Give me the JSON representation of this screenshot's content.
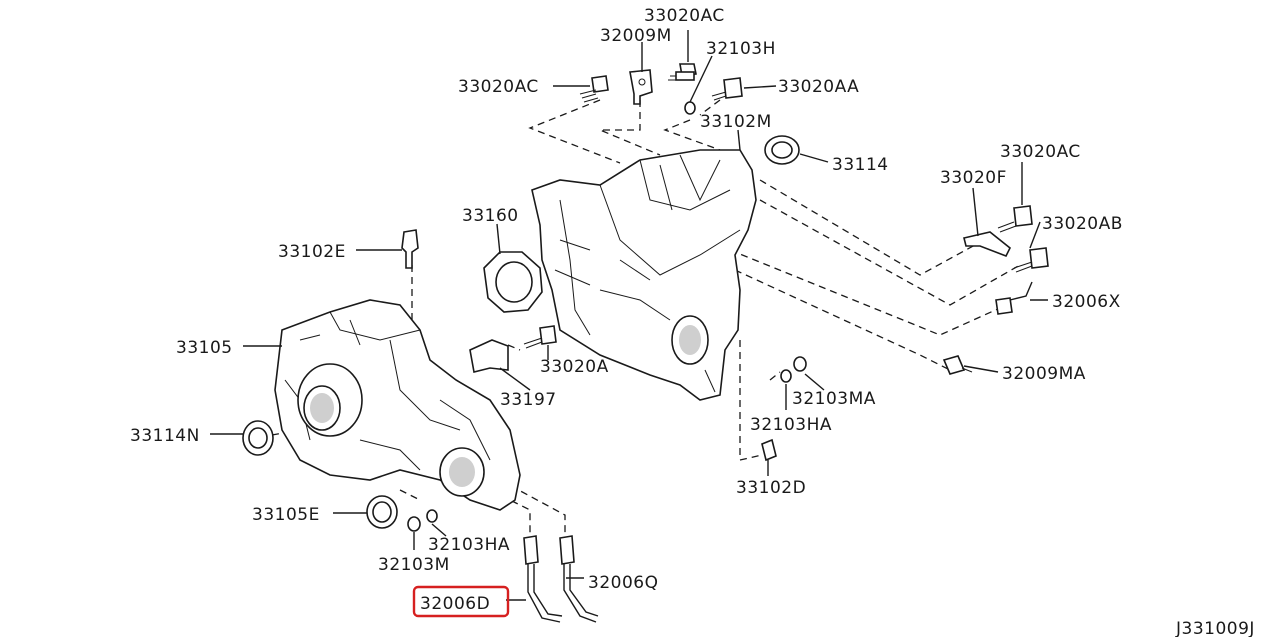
{
  "diagram_code": "J331009J",
  "highlight_color": "#d62020",
  "highlighted_part": "32006D",
  "labels": {
    "p33020AC_top": "33020AC",
    "p32009M": "32009M",
    "p32103H": "32103H",
    "p33020AC_left": "33020AC",
    "p33020AA": "33020AA",
    "p33102M": "33102M",
    "p33114": "33114",
    "p33020AC_right": "33020AC",
    "p33020F": "33020F",
    "p33020AB": "33020AB",
    "p33160": "33160",
    "p33102E": "33102E",
    "p32006X": "32006X",
    "p33105": "33105",
    "p33020A": "33020A",
    "p32009MA": "32009MA",
    "p32103MA": "32103MA",
    "p33197": "33197",
    "p33114N": "33114N",
    "p32103HA_right": "32103HA",
    "p33102D": "33102D",
    "p33105E": "33105E",
    "p32103HA_bottom": "32103HA",
    "p32103M": "32103M",
    "p32006Q": "32006Q",
    "p32006D": "32006D"
  }
}
